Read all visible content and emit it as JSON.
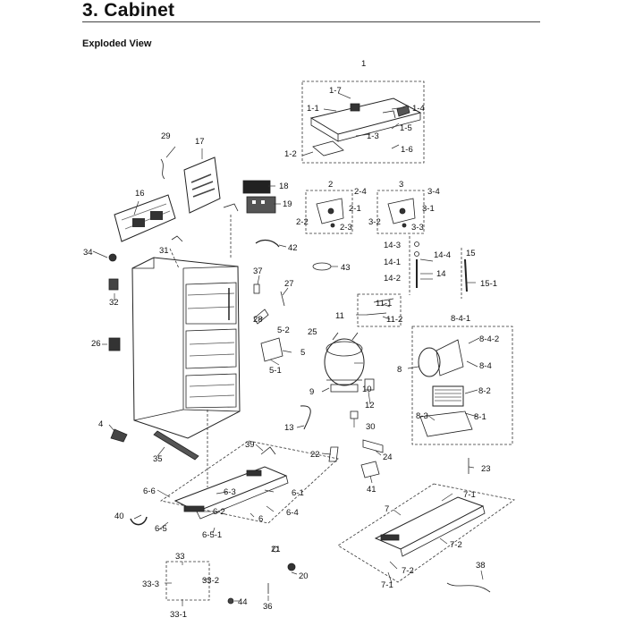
{
  "header": {
    "title": "3.  Cabinet",
    "subtitle": "Exploded View"
  },
  "part_labels": {
    "p1": "1",
    "p1_1": "1-1",
    "p1_2": "1-2",
    "p1_3": "1-3",
    "p1_4": "1-4",
    "p1_5": "1-5",
    "p1_6": "1-6",
    "p1_7": "1-7",
    "p2": "2",
    "p2_1": "2-1",
    "p2_2": "2-2",
    "p2_3": "2-3",
    "p2_4": "2-4",
    "p3": "3",
    "p3_1": "3-1",
    "p3_2": "3-2",
    "p3_3": "3-3",
    "p3_4": "3-4",
    "p4": "4",
    "p5": "5",
    "p5_1": "5-1",
    "p5_2": "5-2",
    "p6": "6",
    "p6_1": "6-1",
    "p6_2": "6-2",
    "p6_3": "6-3",
    "p6_4": "6-4",
    "p6_5": "6-5",
    "p6_5_1": "6-5-1",
    "p6_6": "6-6",
    "p7": "7",
    "p7_1a": "7-1",
    "p7_1b": "7-1",
    "p7_2a": "7-2",
    "p7_2b": "7-2",
    "p8": "8",
    "p8_1": "8-1",
    "p8_2": "8-2",
    "p8_3": "8-3",
    "p8_4": "8-4",
    "p8_4_1": "8-4-1",
    "p8_4_2": "8-4-2",
    "p9": "9",
    "p10": "10",
    "p11": "11",
    "p11_1": "11-1",
    "p11_2": "11-2",
    "p12": "12",
    "p13": "13",
    "p14": "14",
    "p14_1": "14-1",
    "p14_2": "14-2",
    "p14_3": "14-3",
    "p14_4": "14-4",
    "p15": "15",
    "p15_1": "15-1",
    "p16": "16",
    "p17": "17",
    "p18": "18",
    "p19": "19",
    "p20": "20",
    "p21": "21",
    "p22": "22",
    "p23": "23",
    "p24": "24",
    "p25": "25",
    "p26": "26",
    "p27": "27",
    "p28": "28",
    "p29": "29",
    "p30": "30",
    "p31": "31",
    "p32": "32",
    "p33": "33",
    "p33_1": "33-1",
    "p33_2": "33-2",
    "p33_3": "33-3",
    "p34": "34",
    "p35": "35",
    "p36": "36",
    "p37": "37",
    "p38": "38",
    "p39": "39",
    "p40": "40",
    "p41": "41",
    "p42": "42",
    "p43": "43",
    "p44": "44"
  }
}
